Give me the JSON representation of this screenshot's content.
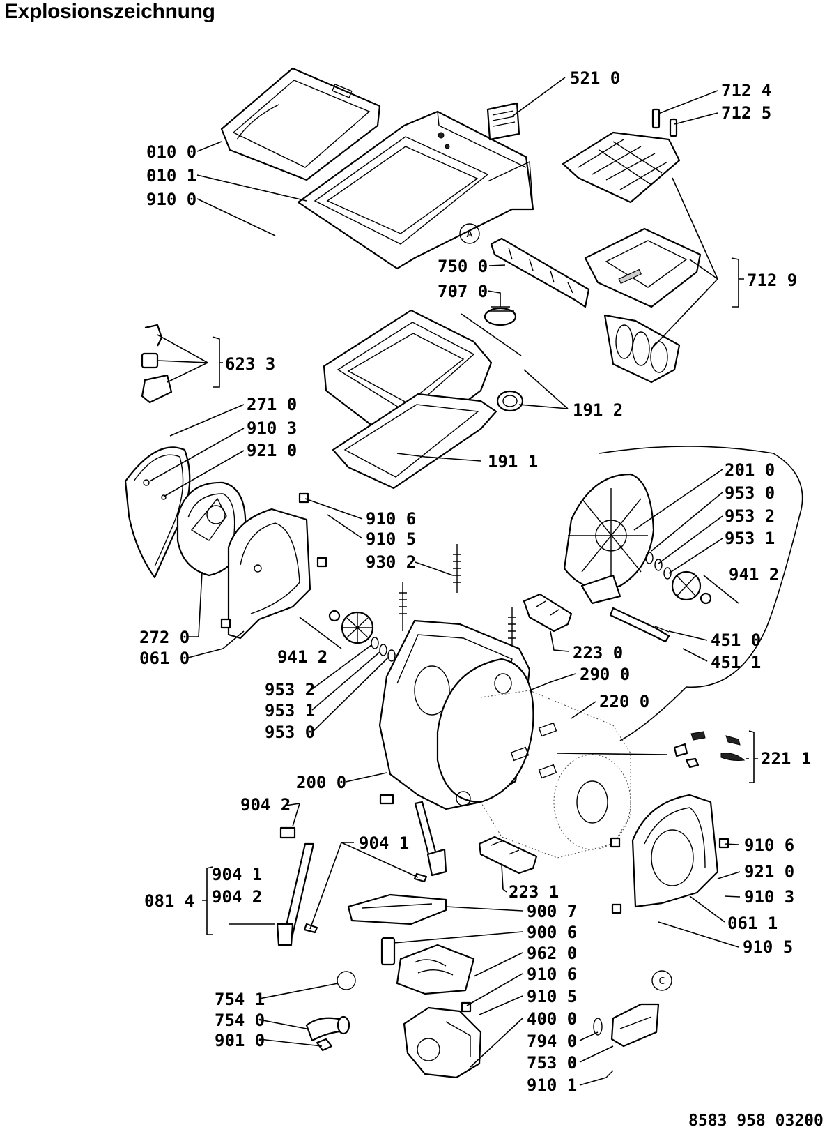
{
  "title": "Explosionszeichnung",
  "document_number": "8583 958 03200",
  "circle_markers": {
    "a": "A",
    "c": "C"
  },
  "labels": {
    "p5210": "521 0",
    "p7124": "712 4",
    "p7125": "712 5",
    "p0100": "010 0",
    "p0101": "010 1",
    "p9100": "910 0",
    "p7500": "750 0",
    "p7070": "707 0",
    "p7129": "712 9",
    "p6233": "623 3",
    "p1912": "191 2",
    "p2710": "271 0",
    "p9103a": "910 3",
    "p9210a": "921 0",
    "p1911": "191 1",
    "p2010": "201 0",
    "p9530a": "953 0",
    "p9532a": "953 2",
    "p9531a": "953 1",
    "p9106a": "910 6",
    "p9105a": "910 5",
    "p9302": "930 2",
    "p9412a": "941 2",
    "p2720": "272 0",
    "p0610": "061 0",
    "p9412b": "941 2",
    "p4510": "451 0",
    "p4511": "451 1",
    "p2230": "223 0",
    "p2900": "290 0",
    "p9532b": "953 2",
    "p9531b": "953 1",
    "p9530b": "953 0",
    "p2200": "220 0",
    "p2211": "221 1",
    "p2000": "200 0",
    "p9042a": "904 2",
    "p9041a": "904 1",
    "p9106b": "910 6",
    "p9041b": "904 1",
    "p9042b": "904 2",
    "p0814": "081 4",
    "p9210b": "921 0",
    "p9103b": "910 3",
    "p2231": "223 1",
    "p9007": "900 7",
    "p0611": "061 1",
    "p9006": "900 6",
    "p9105b": "910 5",
    "p9620": "962 0",
    "p9106c": "910 6",
    "p7541": "754 1",
    "p9105c": "910 5",
    "p7540": "754 0",
    "p4000": "400 0",
    "p9010": "901 0",
    "p7940": "794 0",
    "p7530": "753 0",
    "p9101": "910 1"
  }
}
